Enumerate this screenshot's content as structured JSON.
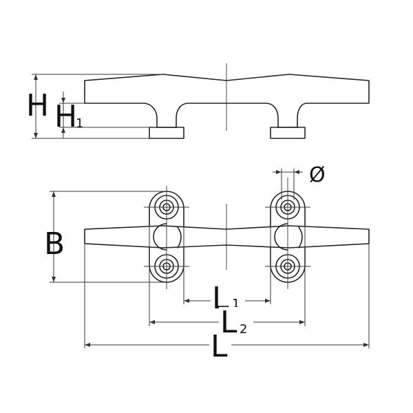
{
  "labels": {
    "h": "H",
    "h1_main": "H",
    "h1_sub": "1",
    "diameter": "Ø",
    "b": "B",
    "l1_main": "L",
    "l1_sub": "1",
    "l2_main": "L",
    "l2_sub": "2",
    "l": "L"
  },
  "colors": {
    "line": "#222222",
    "background": "#ffffff"
  }
}
